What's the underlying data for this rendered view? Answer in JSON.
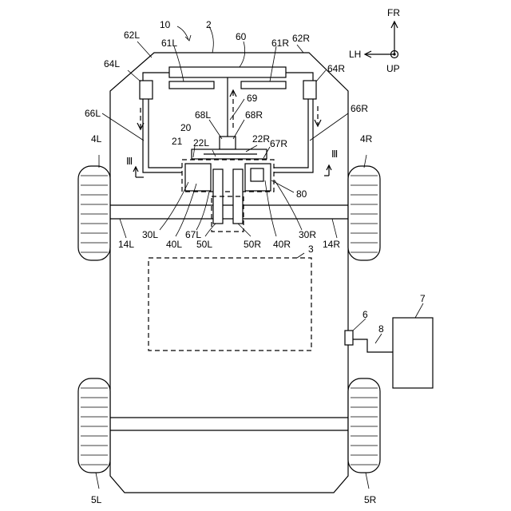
{
  "figure": {
    "compass": {
      "forward": "FR",
      "left": "LH",
      "up": "UP"
    },
    "labels": {
      "vehicle": "10",
      "body": "2",
      "cabin": "3",
      "wheel_front_left": "4L",
      "wheel_front_right": "4R",
      "wheel_rear_left": "5L",
      "wheel_rear_right": "5R",
      "inlet": "6",
      "charger": "7",
      "cable": "8",
      "axle_left": "14L",
      "axle_right": "14R",
      "cooling_unit": "20",
      "part_21": "21",
      "part_22L": "22L",
      "part_22R": "22R",
      "motor_left": "30L",
      "motor_right": "30R",
      "inverter_left": "40L",
      "inverter_right": "40R",
      "gear_left": "50L",
      "gear_right": "50R",
      "radiator": "60",
      "fan_left": "61L",
      "fan_right": "61R",
      "duct_left": "62L",
      "duct_right": "62R",
      "box_left": "64L",
      "box_right": "64R",
      "pipe_left": "66L",
      "pipe_right": "66R",
      "line_67L": "67L",
      "line_67R": "67R",
      "valve_68L": "68L",
      "valve_68R": "68R",
      "line_69": "69",
      "sensor": "80",
      "section_left": "Ⅲ",
      "section_right": "Ⅲ"
    }
  }
}
